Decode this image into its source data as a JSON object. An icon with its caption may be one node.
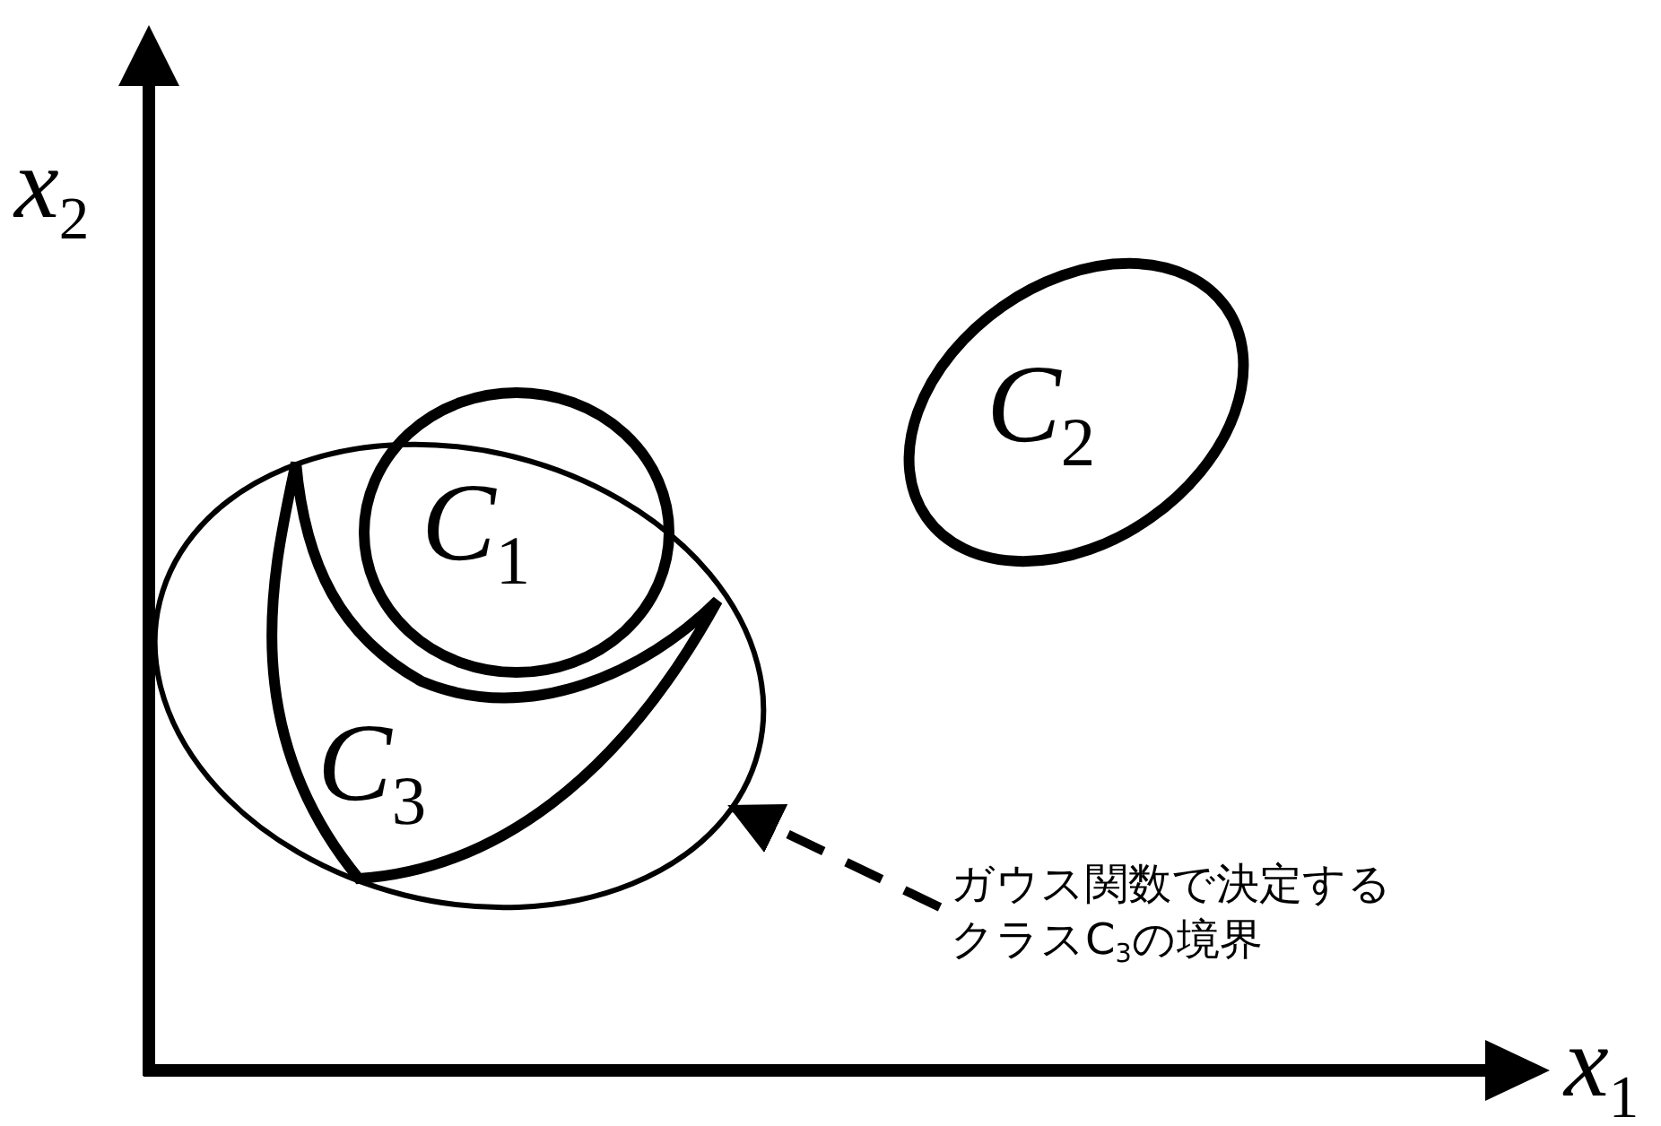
{
  "diagram": {
    "nodes": [
      {
        "text": [
          "*C*$_{1}$"
        ]
      },
      {
        "text": [
          "*C*$_{2}$"
        ]
      },
      {
        "text": [],
        "shape": "ellipse"
      },
      {
        "text": [
          "*C*$_{3}$"
        ],
        "in": 2
      },
      {
        "text": [
          "ガウス関数で決定するクラスC$_{3}$の境界"
        ]
      }
    ],
    "edges": [
      {
        "from": 4,
        "to": 2,
        "arrow": "to",
        "style": "dashed"
      }
    ],
    "labels": [
      "*x*$_{2}$",
      "*x*$_{1}$"
    ]
  }
}
